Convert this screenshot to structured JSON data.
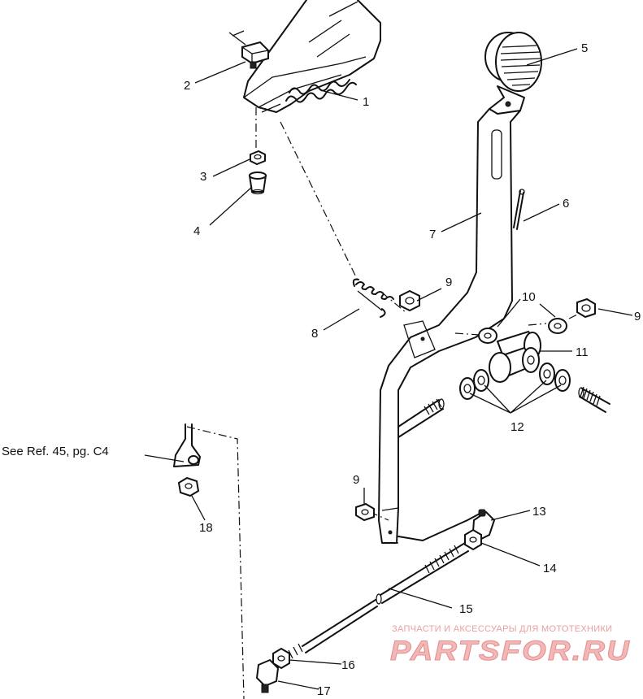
{
  "callouts": [
    {
      "id": "c1",
      "label": "1"
    },
    {
      "id": "c2",
      "label": "2"
    },
    {
      "id": "c3",
      "label": "3"
    },
    {
      "id": "c4",
      "label": "4"
    },
    {
      "id": "c5",
      "label": "5"
    },
    {
      "id": "c6",
      "label": "6"
    },
    {
      "id": "c7",
      "label": "7"
    },
    {
      "id": "c8",
      "label": "8"
    },
    {
      "id": "c9a",
      "label": "9"
    },
    {
      "id": "c9b",
      "label": "9"
    },
    {
      "id": "c9c",
      "label": "9"
    },
    {
      "id": "c10",
      "label": "10"
    },
    {
      "id": "c11",
      "label": "11"
    },
    {
      "id": "c12",
      "label": "12"
    },
    {
      "id": "c13",
      "label": "13"
    },
    {
      "id": "c14",
      "label": "14"
    },
    {
      "id": "c15",
      "label": "15"
    },
    {
      "id": "c16",
      "label": "16"
    },
    {
      "id": "c17",
      "label": "17"
    },
    {
      "id": "c18",
      "label": "18"
    }
  ],
  "reference_note": "See Ref. 45, pg. C4",
  "watermark": {
    "tagline": "ЗАПЧАСТИ И АКСЕССУАРЫ ДЛЯ МОТОТЕХНИКИ",
    "logo": "PARTSFOR.RU",
    "color": "#e58f8f"
  }
}
